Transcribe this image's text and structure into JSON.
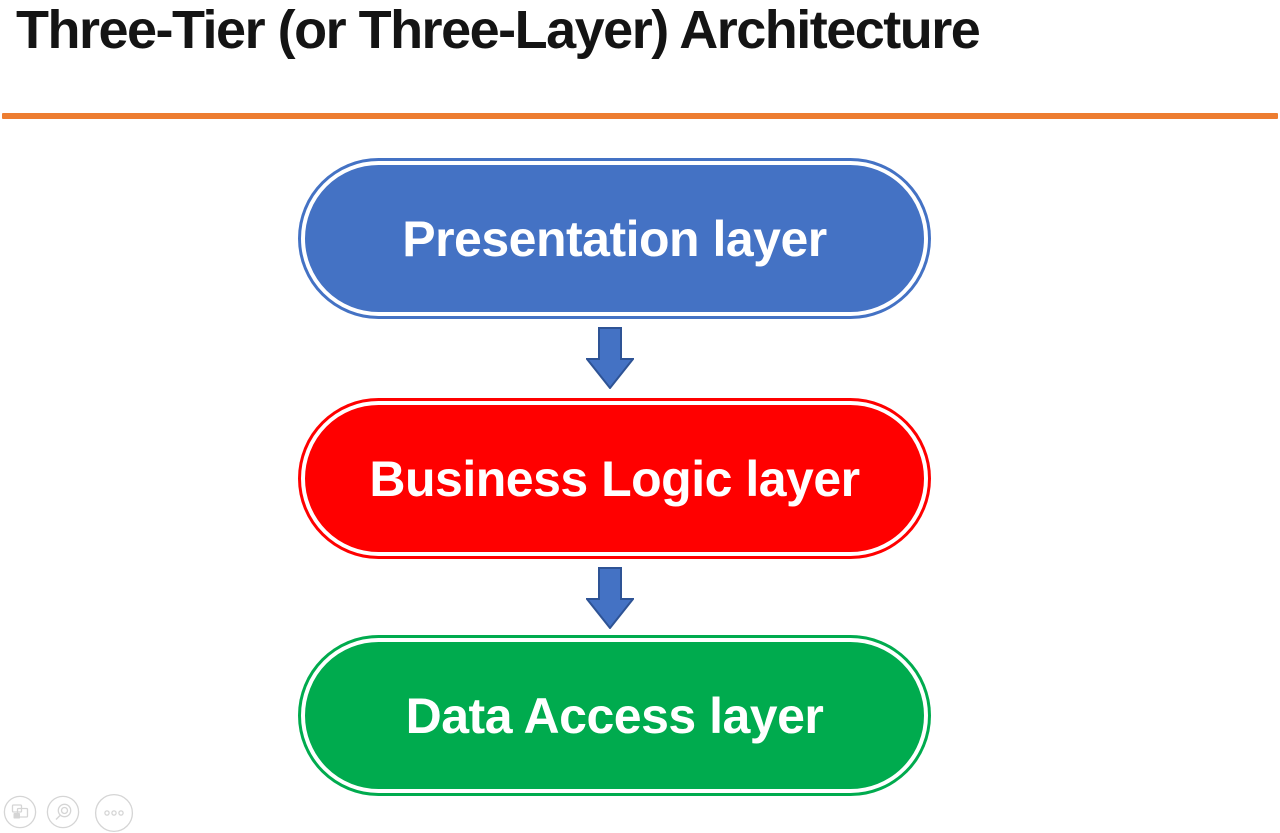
{
  "slide": {
    "title": "Three-Tier (or Three-Layer) Architecture"
  },
  "colors": {
    "title_text": "#141414",
    "accent_line": "#ED7D31",
    "arrow_fill": "#4472C4",
    "arrow_outline": "#2E5395",
    "overlay_icon_gray": "#D5D5D5",
    "layer_text": "#FFFFFF"
  },
  "diagram": {
    "type": "flow",
    "direction": "top-to-bottom",
    "connector": "block-down-arrow",
    "layers": [
      {
        "label": "Presentation layer",
        "color": "#4472C4"
      },
      {
        "label": "Business Logic layer",
        "color": "#FF0000"
      },
      {
        "label": "Data Access layer",
        "color": "#00AB4E"
      }
    ]
  },
  "overlay_controls": [
    {
      "name": "slides-overview",
      "icon": "slides-icon"
    },
    {
      "name": "zoom",
      "icon": "magnifier-icon"
    },
    {
      "name": "more-options",
      "icon": "ellipsis-icon"
    }
  ]
}
